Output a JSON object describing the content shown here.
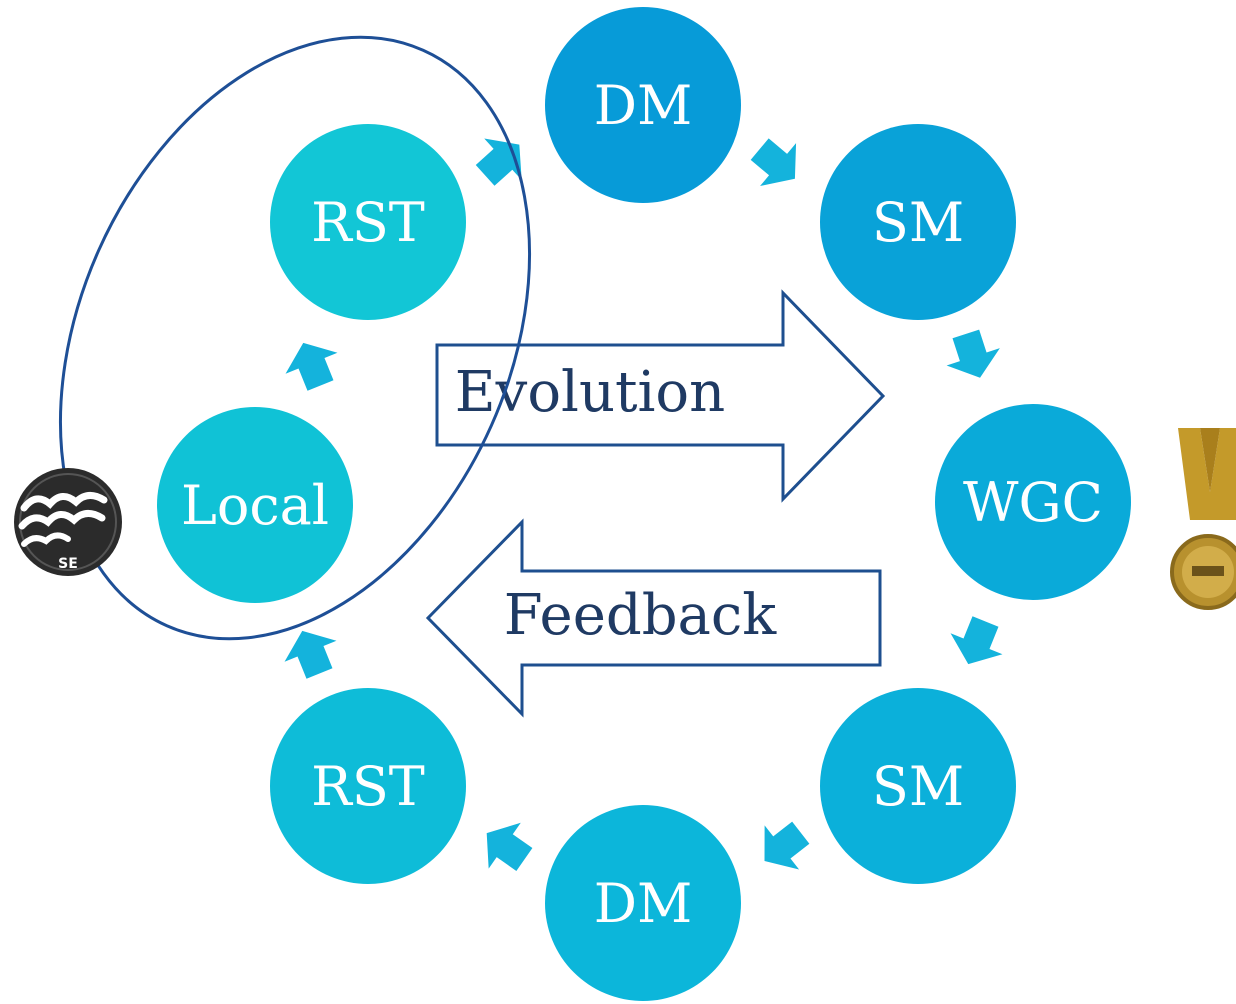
{
  "diagram": {
    "nodes": {
      "dm_top": "DM",
      "sm_top": "SM",
      "wgc": "WGC",
      "sm_bottom": "SM",
      "dm_bottom": "DM",
      "rst_bottom": "RST",
      "local": "Local",
      "rst_top": "RST"
    },
    "arrows": {
      "evolution": "Evolution",
      "feedback": "Feedback"
    },
    "badges": {
      "left_logo": "SE"
    }
  },
  "colors": {
    "circle_dark": "#089ed8",
    "circle_mid": "#0aaed9",
    "circle_light": "#10c3d6",
    "small_arrow": "#14b3dc",
    "big_arrow_stroke": "#1e4f8f",
    "ellipse_stroke": "#1e4f96"
  }
}
